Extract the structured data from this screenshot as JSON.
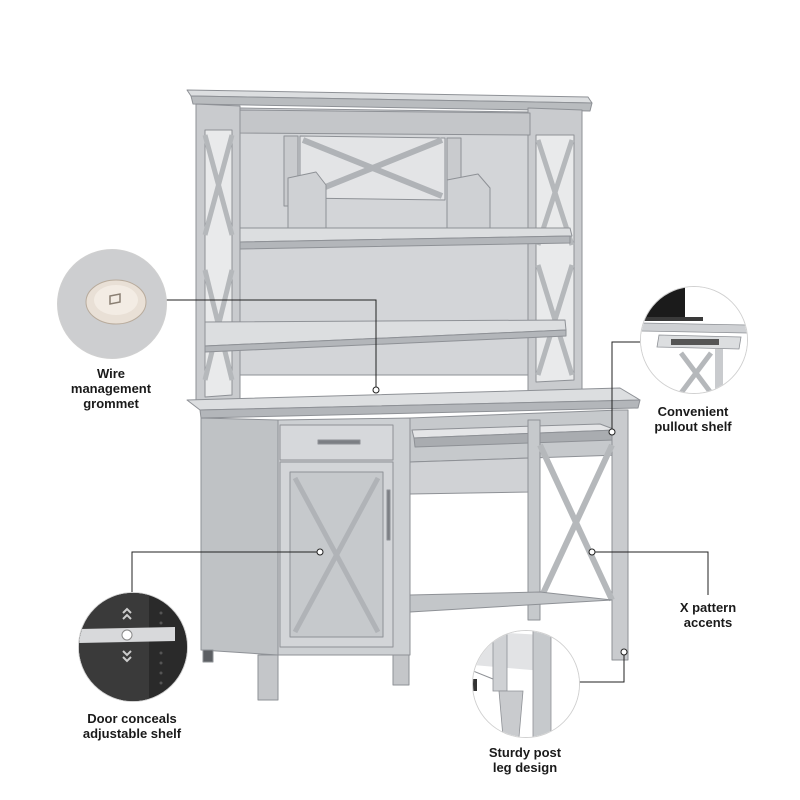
{
  "callouts": {
    "grommet": {
      "lines": [
        "Wire",
        "management",
        "grommet"
      ],
      "icon": "grommet-icon"
    },
    "pullout": {
      "lines": [
        "Convenient",
        "pullout shelf"
      ],
      "icon": "keyboard-tray-icon"
    },
    "x_pattern": {
      "lines": [
        "X pattern",
        "accents"
      ]
    },
    "door": {
      "lines": [
        "Door conceals",
        "adjustable shelf"
      ],
      "icon": "shelf-arrows-icon"
    },
    "legs": {
      "lines": [
        "Sturdy post",
        "leg design"
      ],
      "icon": "post-leg-icon"
    }
  },
  "colors": {
    "desk_face": "#c9cbce",
    "desk_light": "#dcdee0",
    "desk_shadow": "#a9acb0",
    "outline": "#8e9196",
    "leader_line": "#222222"
  }
}
